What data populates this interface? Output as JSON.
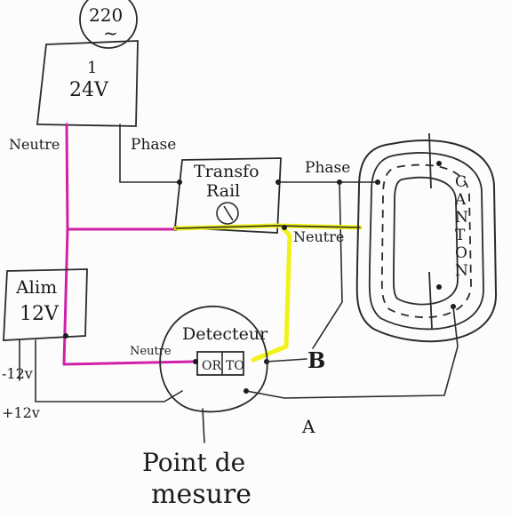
{
  "source_label": "220",
  "source_symbol": "~",
  "transformer_label": "24V",
  "transformer_top_mark": "1",
  "wire_labels": {
    "neutre_left": "Neutre",
    "phase_left": "Phase",
    "phase_right": "Phase",
    "neutre_right": "Neutre",
    "neutre_detector": "Neutre"
  },
  "transfo_rail": {
    "line1": "Transfo",
    "line2": "Rail"
  },
  "alim": {
    "line1": "Alim",
    "line2": "12V"
  },
  "alim_outputs": [
    "-12v",
    "+12v"
  ],
  "detector": {
    "title": "Detecteur",
    "contact_or": "OR",
    "contact_to": "TO"
  },
  "point_labels": {
    "b": "B",
    "a": "A"
  },
  "canton": {
    "letters": [
      "C",
      "A",
      "N",
      "T",
      "O",
      "N"
    ]
  },
  "measure_label": {
    "line1": "Point de",
    "line2": "mesure"
  },
  "colors": {
    "ink": "#2b2b2b",
    "neutral_wire": "#d020a8",
    "highlight_wire": "#f2f21a"
  }
}
